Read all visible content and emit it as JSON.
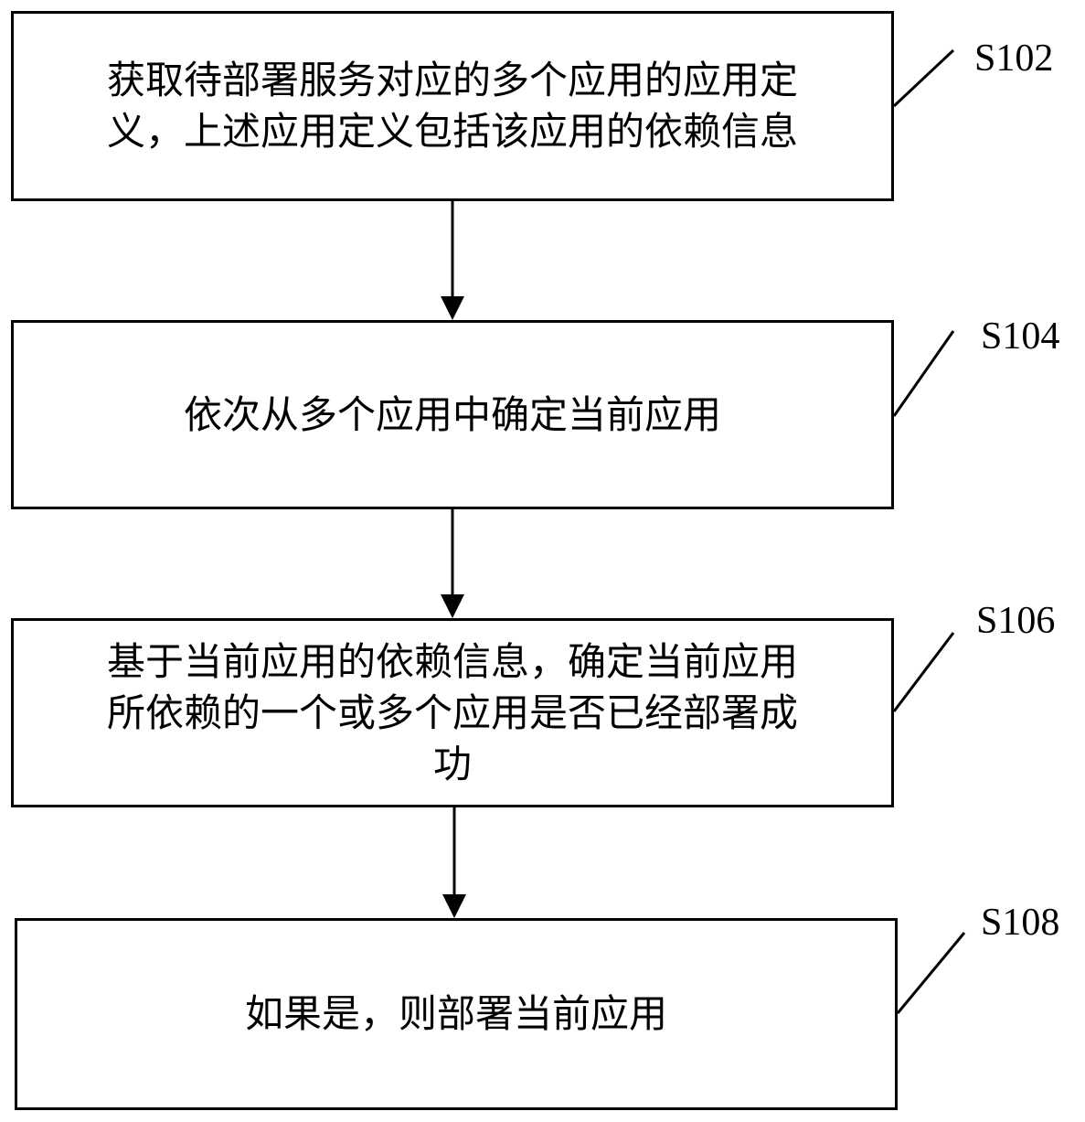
{
  "steps": [
    {
      "id": "S102",
      "text": "获取待部署服务对应的多个应用的应用定\n义，上述应用定义包括该应用的依赖信息"
    },
    {
      "id": "S104",
      "text": "依次从多个应用中确定当前应用"
    },
    {
      "id": "S106",
      "text": "基于当前应用的依赖信息，确定当前应用\n所依赖的一个或多个应用是否已经部署成\n功"
    },
    {
      "id": "S108",
      "text": "如果是，则部署当前应用"
    }
  ],
  "colors": {
    "stroke": "#000000",
    "background": "#ffffff"
  }
}
